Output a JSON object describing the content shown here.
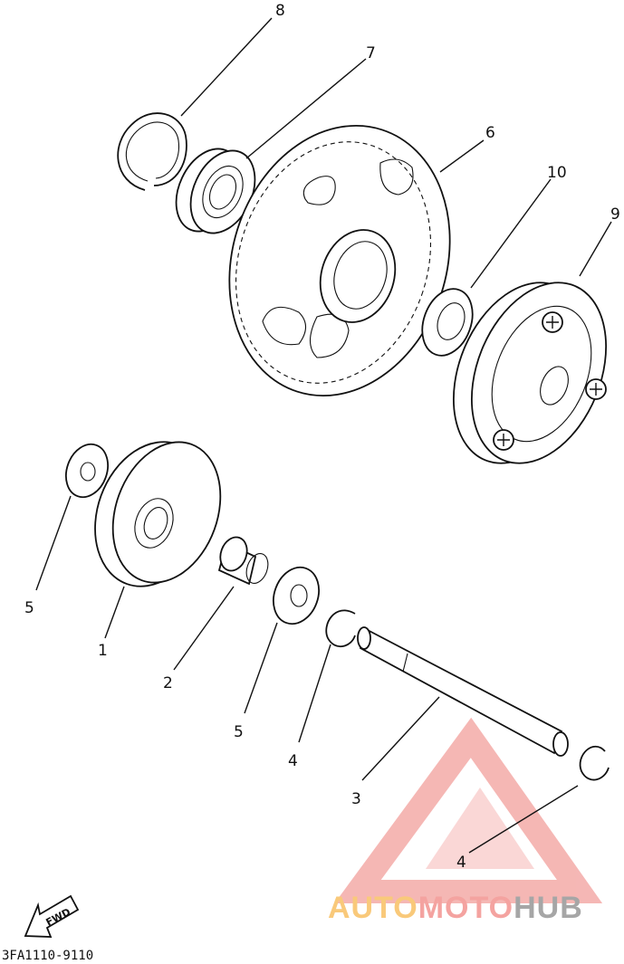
{
  "callouts": {
    "c1": "1",
    "c2": "2",
    "c3": "3",
    "c4a": "4",
    "c4b": "4",
    "c5a": "5",
    "c5b": "5",
    "c6": "6",
    "c7": "7",
    "c8": "8",
    "c9": "9",
    "c10": "10"
  },
  "fwd_label": "FWD",
  "drawing_code": "3FA1110-9110",
  "watermark": {
    "part1": "AUTO",
    "part2": "MOTO",
    "part3": "HUB",
    "colors": {
      "auto": "#f9c97a",
      "moto": "#f4a3a0",
      "hub": "#a6a6a6",
      "logo": "#f29f9c"
    }
  }
}
